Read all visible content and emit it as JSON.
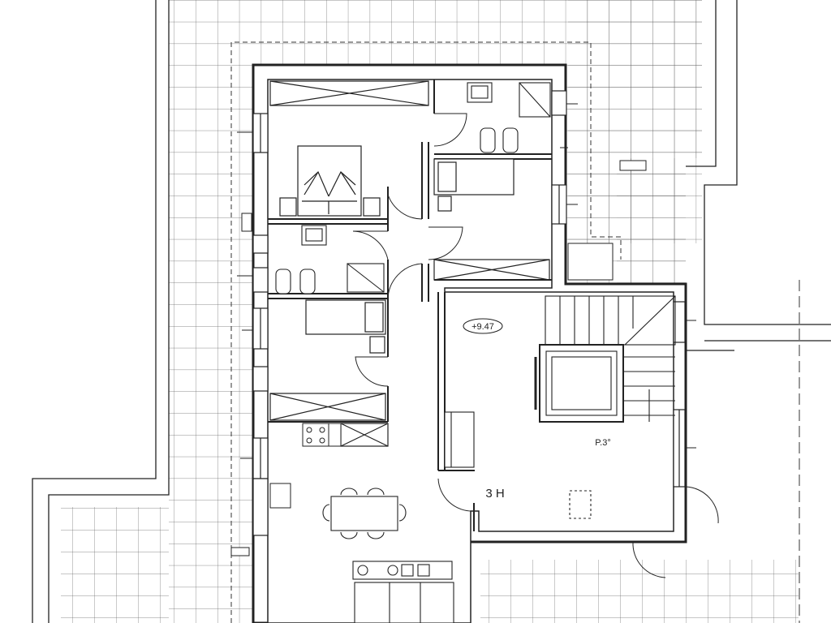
{
  "plan": {
    "labels": {
      "elevation": "+9.47",
      "floor": "P.3°",
      "room": "3 H"
    },
    "colors": {
      "line": "#222222",
      "grid": "#555555",
      "background": "#ffffff"
    }
  }
}
